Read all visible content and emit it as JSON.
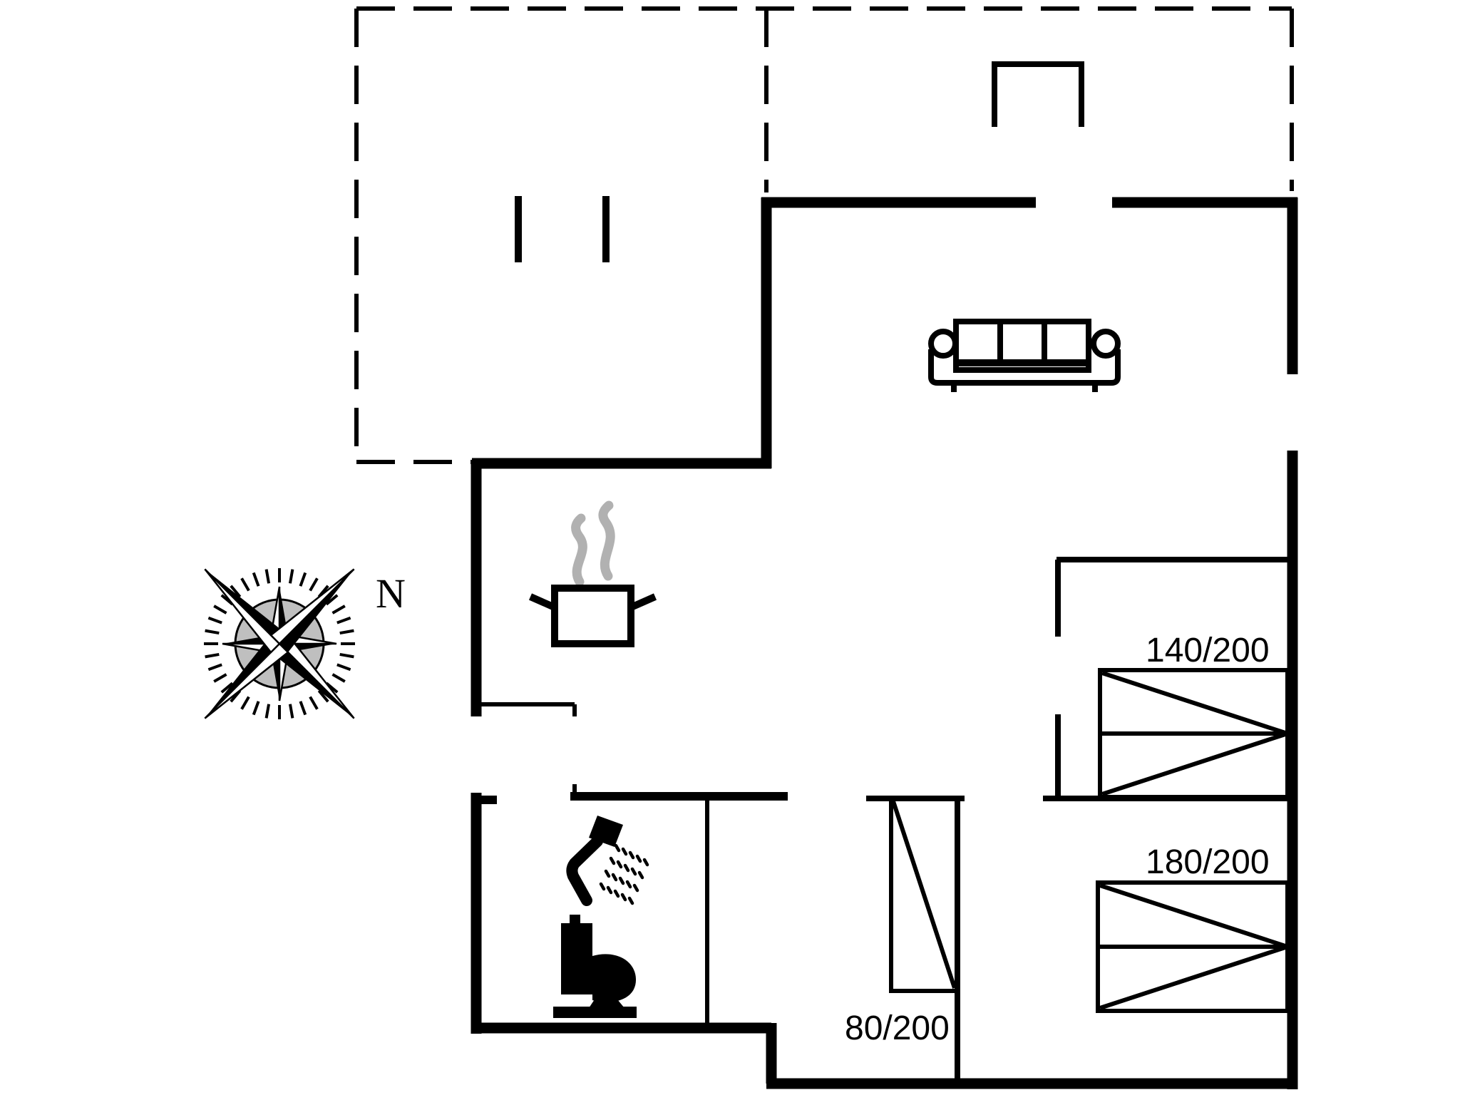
{
  "diagram": {
    "type": "floor-plan",
    "labels": {
      "bed_140": "140/200",
      "bed_180": "180/200",
      "wardrobe_80": "80/200"
    },
    "compass": {
      "north_label": "N"
    },
    "colors": {
      "line": "#000000",
      "background": "#ffffff",
      "steam_gray": "#b1b1b1",
      "compass_disc": "#8a8a8a"
    },
    "icons": [
      "compass-rose-icon",
      "sofa-icon",
      "cooking-pot-icon",
      "steam-icon",
      "shower-icon",
      "toilet-icon",
      "bed-icon-140",
      "bed-icon-180",
      "wardrobe-icon-80"
    ]
  }
}
